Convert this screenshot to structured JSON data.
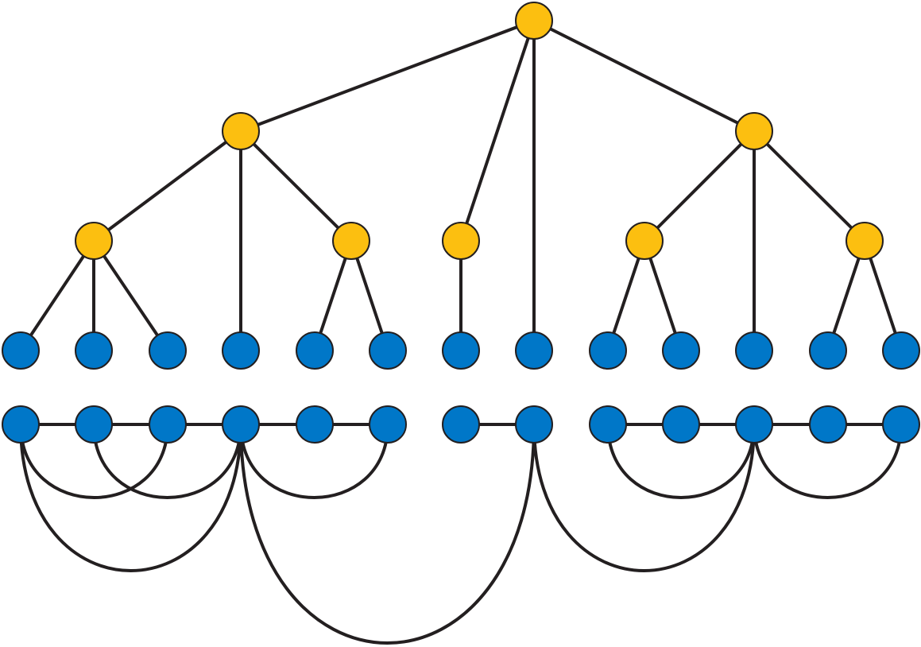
{
  "colors": {
    "internal": "#fcbf10",
    "leaf": "#0077c8",
    "edge": "#231f20",
    "background": "#ffffff"
  },
  "tree": {
    "nodes": [
      {
        "id": "r",
        "kind": "internal"
      },
      {
        "id": "a",
        "kind": "internal",
        "parent": "r"
      },
      {
        "id": "m",
        "kind": "internal",
        "parent": "r"
      },
      {
        "id": "l7",
        "kind": "leaf",
        "parent": "r"
      },
      {
        "id": "b",
        "kind": "internal",
        "parent": "r"
      },
      {
        "id": "a1",
        "kind": "internal",
        "parent": "a"
      },
      {
        "id": "l3",
        "kind": "leaf",
        "parent": "a"
      },
      {
        "id": "a2",
        "kind": "internal",
        "parent": "a"
      },
      {
        "id": "l0",
        "kind": "leaf",
        "parent": "a1"
      },
      {
        "id": "l1",
        "kind": "leaf",
        "parent": "a1"
      },
      {
        "id": "l2",
        "kind": "leaf",
        "parent": "a1"
      },
      {
        "id": "l4",
        "kind": "leaf",
        "parent": "a2"
      },
      {
        "id": "l5",
        "kind": "leaf",
        "parent": "a2"
      },
      {
        "id": "l6",
        "kind": "leaf",
        "parent": "m"
      },
      {
        "id": "b1",
        "kind": "internal",
        "parent": "b"
      },
      {
        "id": "l10",
        "kind": "leaf",
        "parent": "b"
      },
      {
        "id": "b2",
        "kind": "internal",
        "parent": "b"
      },
      {
        "id": "l8",
        "kind": "leaf",
        "parent": "b1"
      },
      {
        "id": "l9",
        "kind": "leaf",
        "parent": "b1"
      },
      {
        "id": "l11",
        "kind": "leaf",
        "parent": "b2"
      },
      {
        "id": "l12",
        "kind": "leaf",
        "parent": "b2"
      }
    ]
  },
  "graph": {
    "node_count": 13,
    "groups": [
      [
        0,
        5
      ],
      [
        6,
        7
      ],
      [
        8,
        12
      ]
    ],
    "path_edges": [
      [
        0,
        1
      ],
      [
        1,
        2
      ],
      [
        2,
        3
      ],
      [
        3,
        4
      ],
      [
        4,
        5
      ],
      [
        6,
        7
      ],
      [
        8,
        9
      ],
      [
        9,
        10
      ],
      [
        10,
        11
      ],
      [
        11,
        12
      ]
    ],
    "arc_edges": [
      [
        0,
        2
      ],
      [
        1,
        3
      ],
      [
        0,
        3
      ],
      [
        3,
        5
      ],
      [
        3,
        7
      ],
      [
        7,
        10
      ],
      [
        8,
        10
      ],
      [
        10,
        12
      ]
    ]
  }
}
